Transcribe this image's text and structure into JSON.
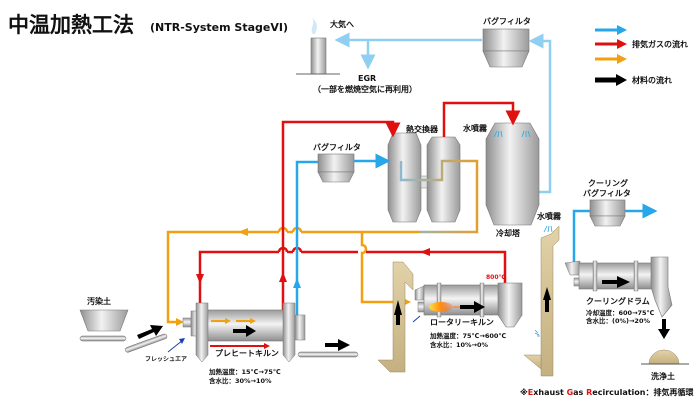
{
  "title": {
    "main": "中温加熱工法",
    "sub": "(NTR-System StageVI)"
  },
  "legend": {
    "items": [
      {
        "color": "#27a7ea",
        "label": ""
      },
      {
        "color": "#e01010",
        "label": "排気ガスの流れ"
      },
      {
        "color": "#f0a010",
        "label": ""
      },
      {
        "color": "#000000",
        "label": "材料の流れ"
      }
    ]
  },
  "colors": {
    "blue_gas": "#27a7ea",
    "light_blue_gas": "#8fd0f2",
    "red_gas": "#e01010",
    "orange_gas": "#f0a010",
    "material": "#000000",
    "chute": "#d4c4a0",
    "equipment": "#c8c8c8"
  },
  "labels": {
    "atmosphere": "大気へ",
    "egr": "EGR",
    "egr_note": "（一部を燃焼空気に再利用）",
    "bag_filter_top": "バグフィルタ",
    "bag_filter_mid": "バグフィルタ",
    "heat_exchanger": "熱交換器",
    "water_spray_tower": "水噴霧",
    "cooling_tower": "冷却塔",
    "water_spray_chute": "水噴霧",
    "cooling_bag_filter_1": "クーリング",
    "cooling_bag_filter_2": "バグフィルタ",
    "contaminated_soil": "汚染土",
    "fresh_air": "フレッシュエア",
    "temp_800": "800℃",
    "cleaned_soil": "洗浄土",
    "footnote_mark": "※",
    "footnote_E": "E",
    "footnote_xhaust": "xhaust ",
    "footnote_G": "G",
    "footnote_as": "as ",
    "footnote_R": "R",
    "footnote_rest": "ecirculation：排気再循環"
  },
  "equipment": {
    "preheat_kiln": {
      "name": "プレヒートキルン",
      "spec_temp": "加熱温度：15℃→75℃",
      "spec_water": "含水比：30%→10%"
    },
    "rotary_kiln": {
      "name": "ロータリーキルン",
      "spec_temp": "加熱温度：75℃→600℃",
      "spec_water": "含水比：10%→0%"
    },
    "cooling_drum": {
      "name": "クーリングドラム",
      "spec_temp": "冷却温度：600→75℃",
      "spec_water": "含水比：(0%)→20%"
    }
  }
}
